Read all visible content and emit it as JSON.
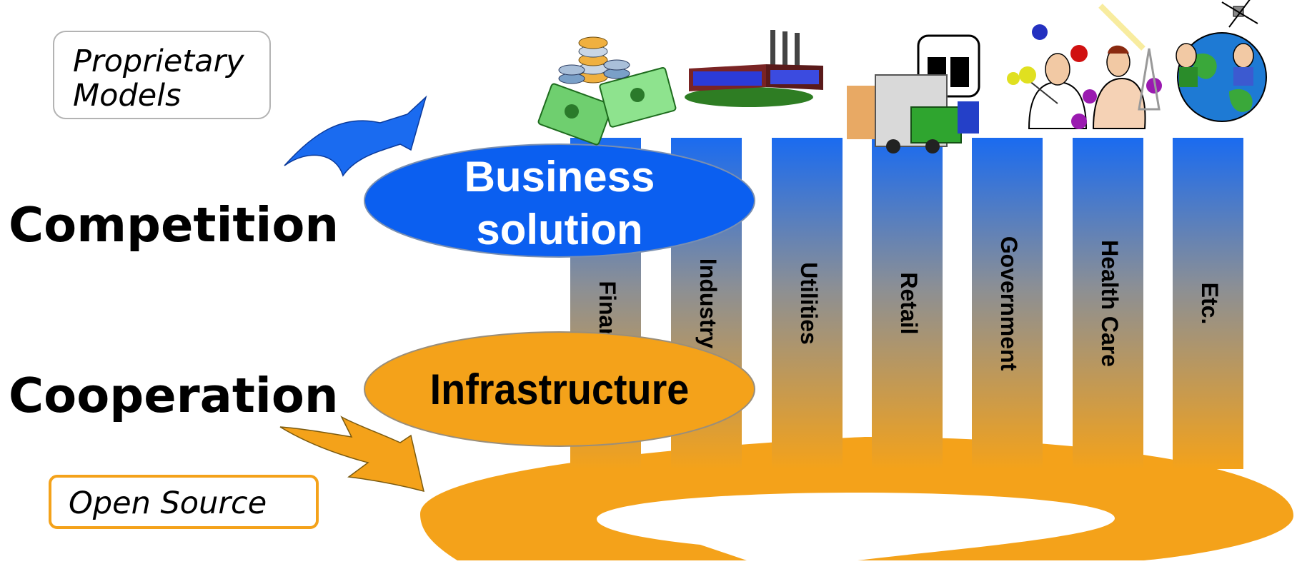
{
  "top_note": {
    "line1": "Proprietary",
    "line2": "Models"
  },
  "bottom_note": "Open Source",
  "competition": "Competition",
  "cooperation": "Cooperation",
  "business_ellipse": {
    "line1": "Business",
    "line2": "solution",
    "color": "#0b5ff0"
  },
  "infra_ellipse": {
    "label": "Infrastructure",
    "color": "#f4a21a"
  },
  "pillars": [
    {
      "label": "Financ",
      "icon": "money-icon"
    },
    {
      "label": "Industry",
      "icon": "factory-icon"
    },
    {
      "label": "Utilities",
      "icon": ""
    },
    {
      "label": "Retail",
      "icon": "truck-gift-icon"
    },
    {
      "label": "Government",
      "icon": "scientists-icon"
    },
    {
      "label": "Health Care",
      "icon": "globe-satellite-icon"
    },
    {
      "label": "Etc.",
      "icon": ""
    }
  ],
  "colors": {
    "blue": "#1a6bf0",
    "orange": "#f4a21a",
    "pillar_mid": "#8a8f96"
  }
}
